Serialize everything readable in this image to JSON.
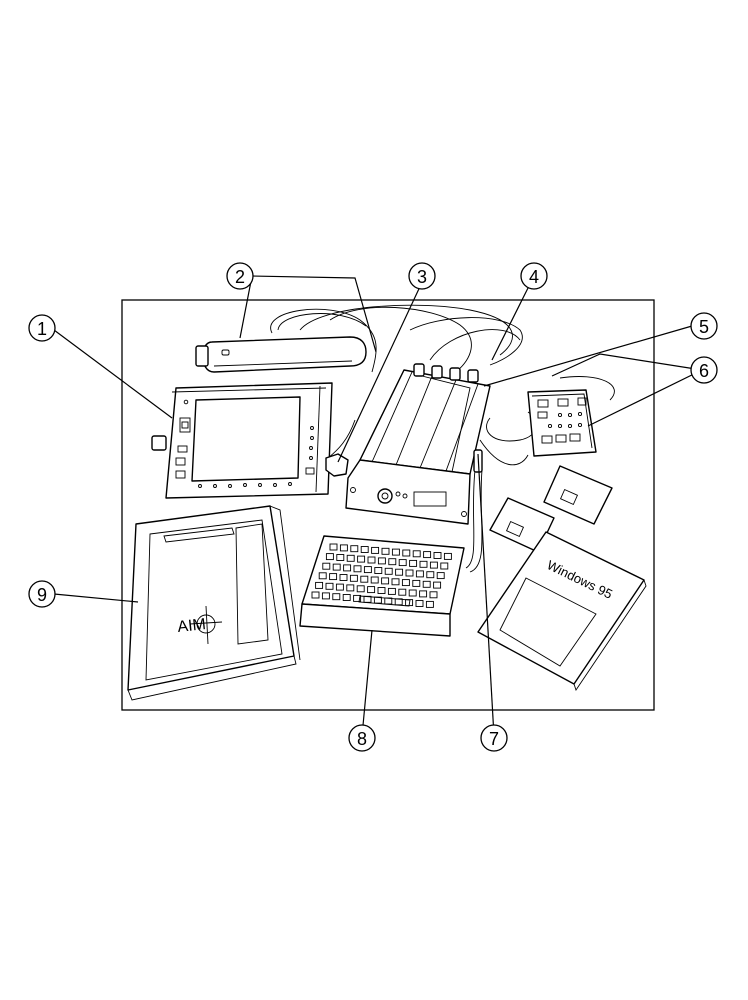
{
  "callouts": [
    {
      "id": "1",
      "label": "1"
    },
    {
      "id": "2",
      "label": "2"
    },
    {
      "id": "3",
      "label": "3"
    },
    {
      "id": "4",
      "label": "4"
    },
    {
      "id": "5",
      "label": "5"
    },
    {
      "id": "6",
      "label": "6"
    },
    {
      "id": "7",
      "label": "7"
    },
    {
      "id": "8",
      "label": "8"
    },
    {
      "id": "9",
      "label": "9"
    }
  ],
  "book": {
    "title": "Windows 95"
  },
  "manual": {
    "logo": "AIM"
  }
}
